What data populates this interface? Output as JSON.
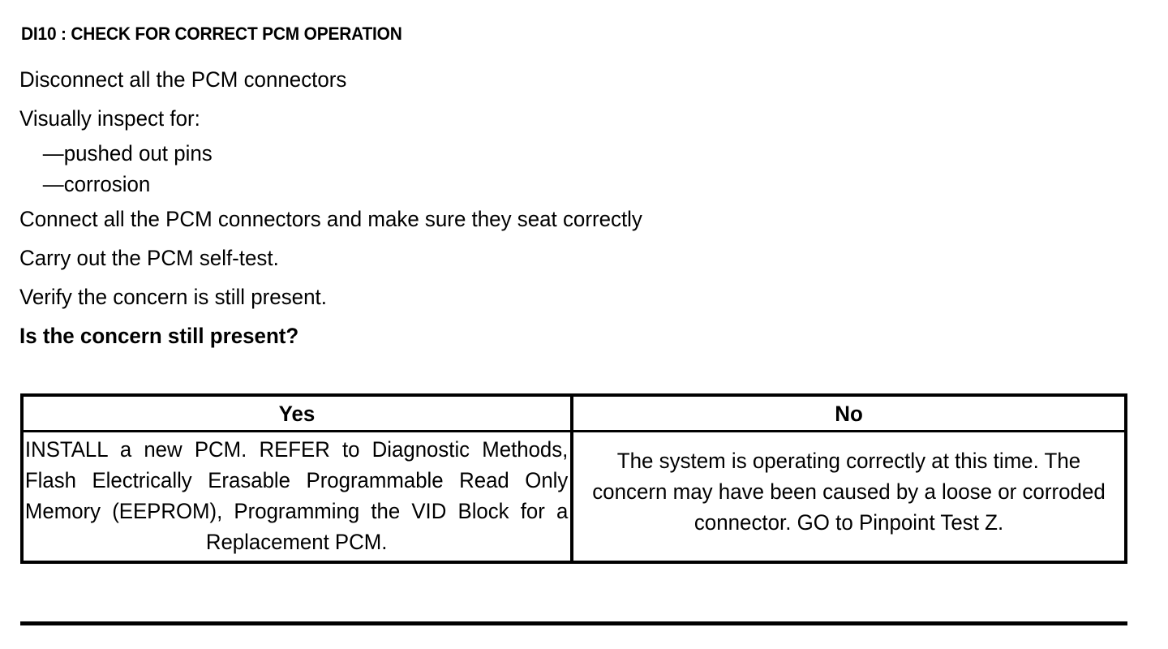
{
  "document": {
    "title": "DI10 : CHECK FOR CORRECT PCM OPERATION",
    "steps": [
      {
        "text": "Disconnect all the PCM connectors",
        "bold": false
      },
      {
        "text": "Visually inspect for:",
        "bold": false
      }
    ],
    "bullets": [
      "—pushed out pins",
      "—corrosion"
    ],
    "steps_after": [
      {
        "text": "Connect all the PCM connectors and make sure they seat correctly",
        "bold": false
      },
      {
        "text": "Carry out the PCM self-test.",
        "bold": false
      },
      {
        "text": "Verify the concern is still present.",
        "bold": false
      },
      {
        "text": "Is the concern still present?",
        "bold": true
      }
    ]
  },
  "decision_table": {
    "headers": [
      "Yes",
      "No"
    ],
    "cells": {
      "yes": "INSTALL a new PCM. REFER to Diagnostic Methods, Flash Electrically Erasable Programmable Read Only Memory (EEPROM), Programming the VID Block for a Replacement PCM.",
      "no": "The system is operating correctly at this time. The concern may have been caused by a loose or corroded connector. GO to Pinpoint Test Z."
    }
  },
  "colors": {
    "ink": "#000000",
    "paper": "#ffffff"
  }
}
